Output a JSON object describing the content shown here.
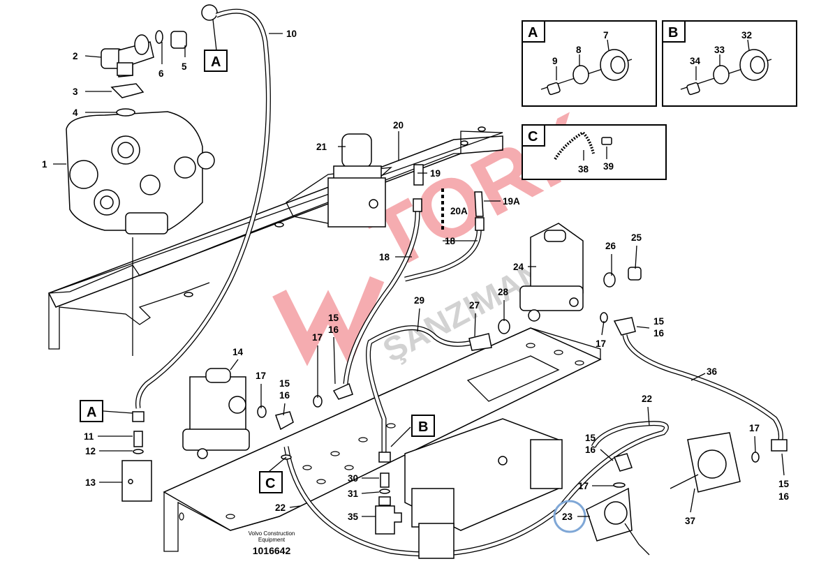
{
  "diagram": {
    "publisher_line1": "Volvo Construction",
    "publisher_line2": "Equipment",
    "document_number": "1016642",
    "watermark": {
      "line1": "TORK",
      "line2": "ŞANZIMAN",
      "color_red": "#e8474f",
      "color_gray": "#9a9a9a"
    },
    "highlight_color": "#7fa7d6",
    "callouts": {
      "c1": "1",
      "c2": "2",
      "c3": "3",
      "c4": "4",
      "c5": "5",
      "c6": "6",
      "c10": "10",
      "c11": "11",
      "c12": "12",
      "c13": "13",
      "c14": "14",
      "c15a": "15",
      "c16a": "16",
      "c17a": "17",
      "c15b": "15",
      "c16b": "16",
      "c17b": "17",
      "c15c": "15",
      "c16c": "16",
      "c17c": "17",
      "c15d": "15",
      "c16d": "16",
      "c17d": "17",
      "c15e": "15",
      "c16e": "16",
      "c17e": "17",
      "c18a": "18",
      "c18b": "18",
      "c19": "19",
      "c19A": "19A",
      "c20": "20",
      "c20A": "20A",
      "c21": "21",
      "c22a": "22",
      "c22b": "22",
      "c23": "23",
      "c24": "24",
      "c25": "25",
      "c26": "26",
      "c27": "27",
      "c28": "28",
      "c29": "29",
      "c30": "30",
      "c31": "31",
      "c35": "35",
      "c36": "36",
      "c37": "37"
    },
    "detail_refs": {
      "a1": "A",
      "a2": "A",
      "b1": "B",
      "c1": "C"
    },
    "insets": {
      "A": {
        "title": "A",
        "items": [
          "7",
          "8",
          "9"
        ]
      },
      "B": {
        "title": "B",
        "items": [
          "32",
          "33",
          "34"
        ]
      },
      "C": {
        "title": "C",
        "items": [
          "38",
          "39"
        ]
      }
    }
  }
}
